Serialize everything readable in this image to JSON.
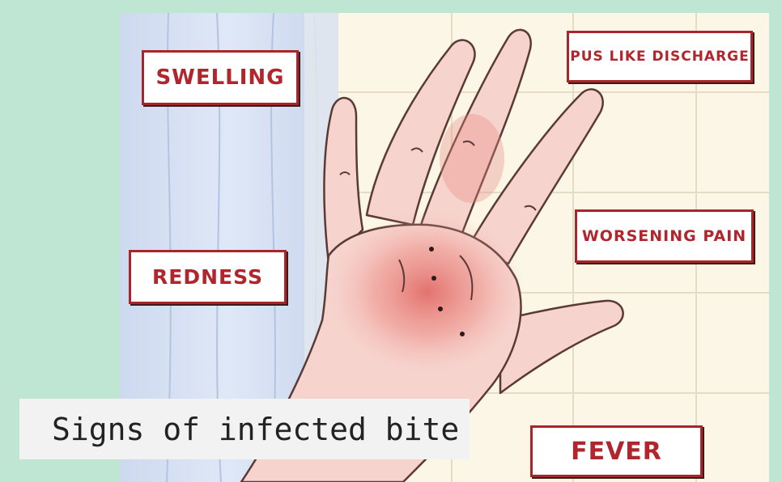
{
  "labels": {
    "swelling": "SWELLING",
    "pus": "PUS LIKE DISCHARGE",
    "worsening_pain": "WORSENING PAIN",
    "redness": "REDNESS",
    "fever": "FEVER"
  },
  "caption": "Signs of infected bite",
  "colors": {
    "background": "#bfe6d2",
    "label_text": "#b0262c",
    "label_border": "#a8262b",
    "caption_bg": "#f2f2f2"
  }
}
